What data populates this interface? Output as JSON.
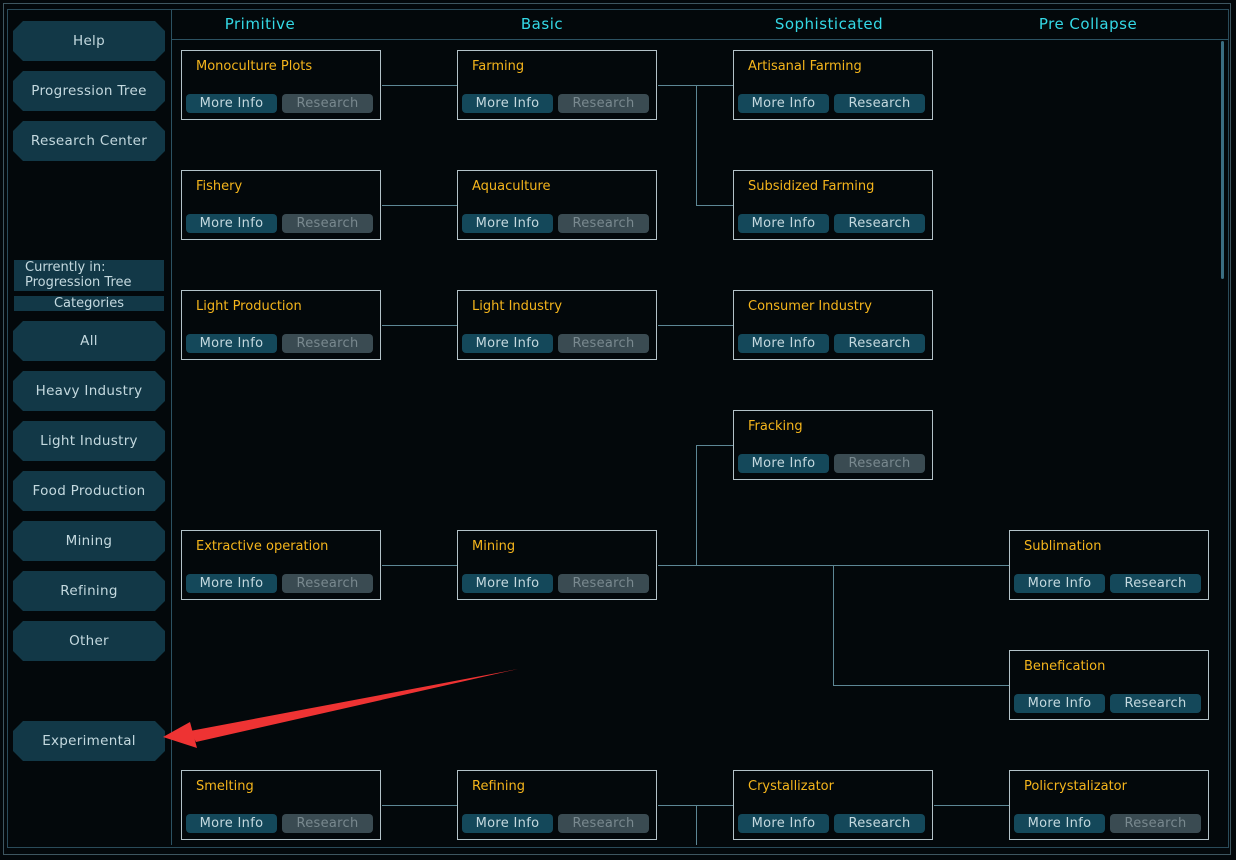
{
  "sidebar": {
    "help": "Help",
    "progression_tree": "Progression Tree",
    "research_center": "Research Center",
    "currently_in_label": "Currently in:",
    "currently_in_value": "Progression Tree",
    "categories_label": "Categories",
    "categories": [
      "All",
      "Heavy Industry",
      "Light Industry",
      "Food Production",
      "Mining",
      "Refining",
      "Other"
    ],
    "experimental": "Experimental"
  },
  "columns": [
    "Primitive",
    "Basic",
    "Sophisticated",
    "Pre Collapse"
  ],
  "buttons": {
    "more_info": "More Info",
    "research": "Research"
  },
  "nodes": [
    {
      "title": "Monoculture Plots",
      "research_enabled": false
    },
    {
      "title": "Farming",
      "research_enabled": false
    },
    {
      "title": "Artisanal Farming",
      "research_enabled": true
    },
    {
      "title": "Fishery",
      "research_enabled": false
    },
    {
      "title": "Aquaculture",
      "research_enabled": false
    },
    {
      "title": "Subsidized Farming",
      "research_enabled": true
    },
    {
      "title": "Light Production",
      "research_enabled": false
    },
    {
      "title": "Light Industry",
      "research_enabled": false
    },
    {
      "title": "Consumer Industry",
      "research_enabled": true
    },
    {
      "title": "Fracking",
      "research_enabled": false
    },
    {
      "title": "Extractive operation",
      "research_enabled": false
    },
    {
      "title": "Mining",
      "research_enabled": false
    },
    {
      "title": "Sublimation",
      "research_enabled": true
    },
    {
      "title": "Benefication",
      "research_enabled": true
    },
    {
      "title": "Smelting",
      "research_enabled": false
    },
    {
      "title": "Refining",
      "research_enabled": false
    },
    {
      "title": "Crystallizator",
      "research_enabled": true
    },
    {
      "title": "Policrystalizator",
      "research_enabled": false
    }
  ],
  "colors": {
    "accent_header": "#34d9e6",
    "node_title": "#f5b51c",
    "button_bg": "#14485a",
    "button_disabled_bg": "#3a4b52",
    "annotation_arrow": "#ee3333"
  }
}
